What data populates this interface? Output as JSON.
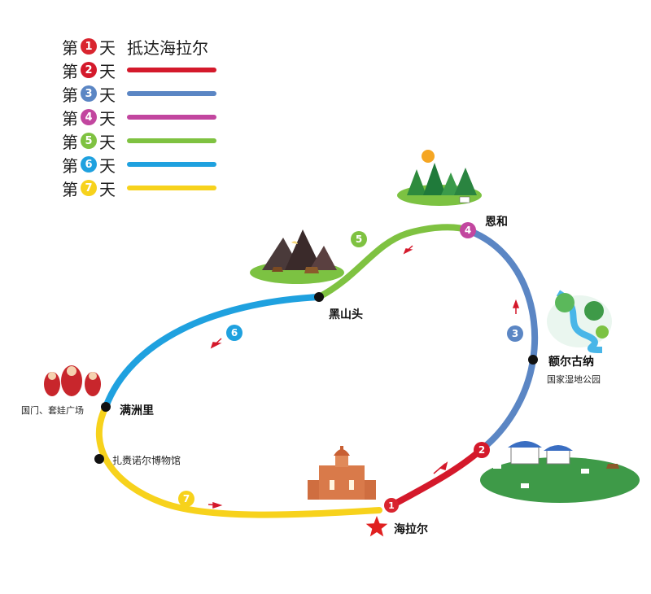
{
  "legend": [
    {
      "prefix": "第",
      "num": "1",
      "suffix": "天",
      "note": "抵达海拉尔",
      "color": "#d9252f"
    },
    {
      "prefix": "第",
      "num": "2",
      "suffix": "天",
      "color": "#d4192b"
    },
    {
      "prefix": "第",
      "num": "3",
      "suffix": "天",
      "color": "#5b86c4"
    },
    {
      "prefix": "第",
      "num": "4",
      "suffix": "天",
      "color": "#c2469f"
    },
    {
      "prefix": "第",
      "num": "5",
      "suffix": "天",
      "color": "#7fc241"
    },
    {
      "prefix": "第",
      "num": "6",
      "suffix": "天",
      "color": "#1fa1df"
    },
    {
      "prefix": "第",
      "num": "7",
      "suffix": "天",
      "color": "#f7d21c"
    }
  ],
  "places": {
    "hailar": "海拉尔",
    "enhe": "恩和",
    "erguna": "额尔古纳",
    "erguna_sub": "国家湿地公园",
    "heishantou": "黑山头",
    "manzhouli": "满洲里",
    "manzhouli_sub": "国门、套娃广场",
    "museum": "扎赉诺尔博物馆"
  },
  "route_badges": {
    "d1": "1",
    "d2": "2",
    "d3": "3",
    "d4": "4",
    "d5": "5",
    "d6": "6",
    "d7": "7"
  }
}
